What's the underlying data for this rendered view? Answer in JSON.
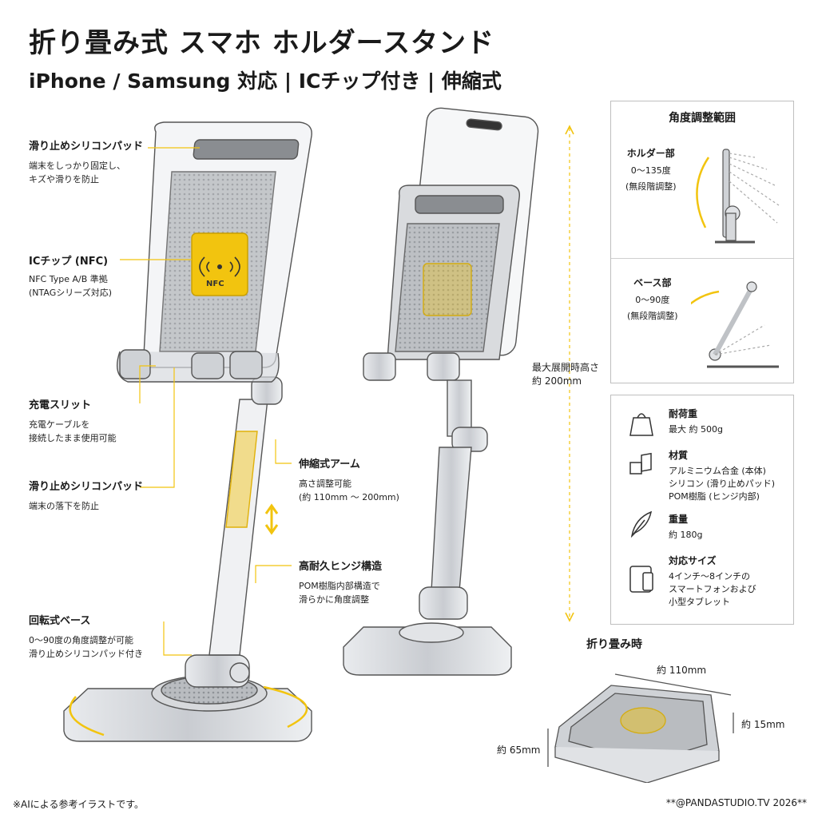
{
  "header": {
    "title": "折り畳み式 スマホ ホルダースタンド",
    "subtitle": "iPhone / Samsung 対応 | ICチップ付き | 伸縮式"
  },
  "callouts": [
    {
      "title": "滑り止めシリコンパッド",
      "lines": [
        "端末をしっかり固定し、",
        "キズや滑りを防止"
      ]
    },
    {
      "title": "ICチップ (NFC)",
      "lines": [
        "NFC Type A/B 準拠",
        "(NTAGシリーズ対応)"
      ]
    },
    {
      "title": "充電スリット",
      "lines": [
        "充電ケーブルを",
        "接続したまま使用可能"
      ]
    },
    {
      "title": "滑り止めシリコンパッド",
      "lines": [
        "端末の落下を防止"
      ]
    },
    {
      "title": "伸縮式アーム",
      "lines": [
        "高さ調整可能",
        "(約 110mm ～ 200mm)"
      ]
    },
    {
      "title": "高耐久ヒンジ構造",
      "lines": [
        "POM樹脂内部構造で",
        "滑らかに角度調整"
      ]
    },
    {
      "title": "回転式ベース",
      "lines": [
        "0～90度の角度調整が可能",
        "滑り止めシリコンパッド付き"
      ]
    }
  ],
  "nfc_label": "NFC",
  "height_dim": {
    "label": "最大展開時高さ",
    "value": "約 200mm"
  },
  "angle_panel": {
    "title": "角度調整範囲",
    "holder": {
      "name": "ホルダー部",
      "range": "0～135度",
      "note": "(無段階調整)"
    },
    "base": {
      "name": "ベース部",
      "range": "0～90度",
      "note": "(無段階調整)"
    }
  },
  "specs": [
    {
      "icon": "weight-icon",
      "title": "耐荷重",
      "lines": [
        "最大 約 500g"
      ]
    },
    {
      "icon": "material-icon",
      "title": "材質",
      "lines": [
        "アルミニウム合金 (本体)",
        "シリコン (滑り止めパッド)",
        "POM樹脂 (ヒンジ内部)"
      ]
    },
    {
      "icon": "feather-icon",
      "title": "重量",
      "lines": [
        "約 180g"
      ]
    },
    {
      "icon": "devices-icon",
      "title": "対応サイズ",
      "lines": [
        "4インチ～8インチの",
        "スマートフォンおよび",
        "小型タブレット"
      ]
    }
  ],
  "folded": {
    "title": "折り畳み時",
    "width": "約 110mm",
    "depth": "約 65mm",
    "thickness": "約 15mm"
  },
  "footer": {
    "left": "※AIによる参考イラストです。",
    "right": "**@PANDASTUDIO.TV 2026**"
  },
  "colors": {
    "accent": "#f2c40f",
    "line": "#555555",
    "metal": "#c9ccd1"
  }
}
